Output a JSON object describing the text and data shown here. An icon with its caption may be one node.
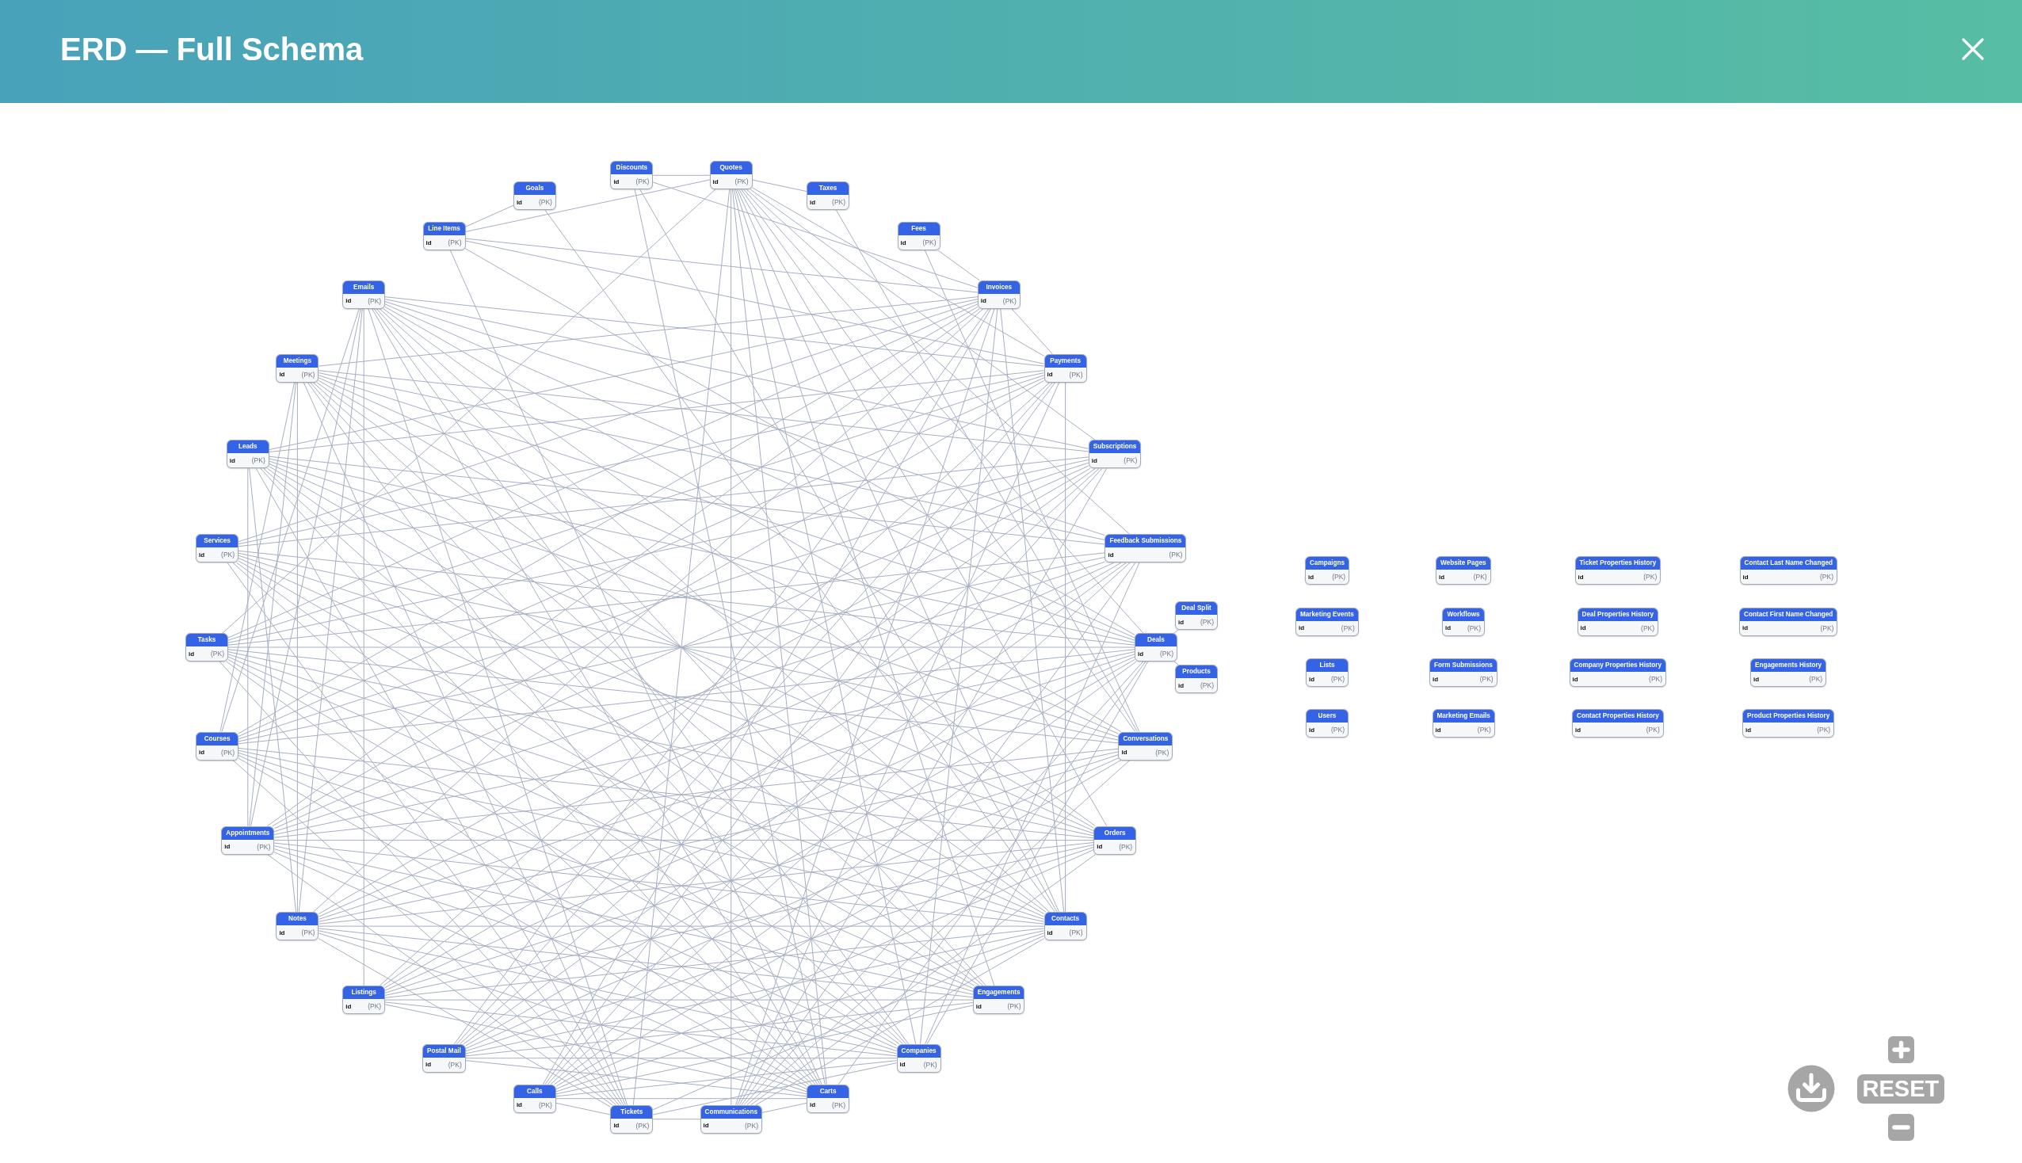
{
  "diagram": {
    "title": "ERD — Full Schema",
    "nodes": [
      {
        "text": [
          "Discounts",
          "id",
          "(PK)"
        ]
      },
      {
        "text": [
          "Quotes",
          "id",
          "(PK)"
        ]
      },
      {
        "text": [
          "Goals",
          "id",
          "(PK)"
        ]
      },
      {
        "text": [
          "Taxes",
          "id",
          "(PK)"
        ]
      },
      {
        "text": [
          "Line Items",
          "id",
          "(PK)"
        ]
      },
      {
        "text": [
          "Fees",
          "id",
          "(PK)"
        ]
      },
      {
        "text": [
          "Emails",
          "id",
          "(PK)"
        ]
      },
      {
        "text": [
          "Invoices",
          "id",
          "(PK)"
        ]
      },
      {
        "text": [
          "Meetings",
          "id",
          "(PK)"
        ]
      },
      {
        "text": [
          "Payments",
          "id",
          "(PK)"
        ]
      },
      {
        "text": [
          "Leads",
          "id",
          "(PK)"
        ]
      },
      {
        "text": [
          "Subscriptions",
          "id",
          "(PK)"
        ]
      },
      {
        "text": [
          "Services",
          "id",
          "(PK)"
        ]
      },
      {
        "text": [
          "Feedback Submissions",
          "id",
          "(PK)"
        ]
      },
      {
        "text": [
          "Deal Split",
          "id",
          "(PK)"
        ]
      },
      {
        "text": [
          "Tasks",
          "id",
          "(PK)"
        ]
      },
      {
        "text": [
          "Deals",
          "id",
          "(PK)"
        ]
      },
      {
        "text": [
          "Products",
          "id",
          "(PK)"
        ]
      },
      {
        "text": [
          "Courses",
          "id",
          "(PK)"
        ]
      },
      {
        "text": [
          "Conversations",
          "id",
          "(PK)"
        ]
      },
      {
        "text": [
          "Appointments",
          "id",
          "(PK)"
        ]
      },
      {
        "text": [
          "Orders",
          "id",
          "(PK)"
        ]
      },
      {
        "text": [
          "Notes",
          "id",
          "(PK)"
        ]
      },
      {
        "text": [
          "Contacts",
          "id",
          "(PK)"
        ]
      },
      {
        "text": [
          "Listings",
          "id",
          "(PK)"
        ]
      },
      {
        "text": [
          "Engagements",
          "id",
          "(PK)"
        ]
      },
      {
        "text": [
          "Postal Mail",
          "id",
          "(PK)"
        ]
      },
      {
        "text": [
          "Companies",
          "id",
          "(PK)"
        ]
      },
      {
        "text": [
          "Calls",
          "id",
          "(PK)"
        ]
      },
      {
        "text": [
          "Carts",
          "id",
          "(PK)"
        ]
      },
      {
        "text": [
          "Tickets",
          "id",
          "(PK)"
        ]
      },
      {
        "text": [
          "Communications",
          "id",
          "(PK)"
        ]
      },
      {
        "text": [
          "Campaigns",
          "id",
          "(PK)"
        ]
      },
      {
        "text": [
          "Website Pages",
          "id",
          "(PK)"
        ]
      },
      {
        "text": [
          "Ticket Properties History",
          "id",
          "(PK)"
        ]
      },
      {
        "text": [
          "Contact Last Name Changed",
          "id",
          "(PK)"
        ]
      },
      {
        "text": [
          "Marketing Events",
          "id",
          "(PK)"
        ]
      },
      {
        "text": [
          "Workflows",
          "id",
          "(PK)"
        ]
      },
      {
        "text": [
          "Deal Properties History",
          "id",
          "(PK)"
        ]
      },
      {
        "text": [
          "Contact First Name Changed",
          "id",
          "(PK)"
        ]
      },
      {
        "text": [
          "Lists",
          "id",
          "(PK)"
        ]
      },
      {
        "text": [
          "Form Submissions",
          "id",
          "(PK)"
        ]
      },
      {
        "text": [
          "Company Properties History",
          "id",
          "(PK)"
        ]
      },
      {
        "text": [
          "Engagements History",
          "id",
          "(PK)"
        ]
      },
      {
        "text": [
          "Users",
          "id",
          "(PK)"
        ]
      },
      {
        "text": [
          "Marketing Emails",
          "id",
          "(PK)"
        ]
      },
      {
        "text": [
          "Contact Properties History",
          "id",
          "(PK)"
        ]
      },
      {
        "text": [
          "Product Properties History",
          "id",
          "(PK)"
        ]
      }
    ],
    "edges": [
      {
        "from": 0,
        "to": 1,
        "arrow": "none"
      },
      {
        "from": 2,
        "to": 4,
        "arrow": "none"
      },
      {
        "from": 4,
        "to": 1,
        "arrow": "none"
      },
      {
        "from": 4,
        "to": 16,
        "arrow": "none"
      },
      {
        "from": 4,
        "to": 7,
        "arrow": "none"
      },
      {
        "from": 4,
        "to": 9,
        "arrow": "none"
      },
      {
        "from": 4,
        "to": 29,
        "arrow": "none"
      },
      {
        "from": 2,
        "to": 23,
        "arrow": "none"
      },
      {
        "from": 0,
        "to": 29,
        "arrow": "none"
      },
      {
        "from": 0,
        "to": 23,
        "arrow": "none"
      },
      {
        "from": 0,
        "to": 7,
        "arrow": "none"
      },
      {
        "from": 1,
        "to": 3,
        "arrow": "none"
      },
      {
        "from": 3,
        "to": 19,
        "arrow": "none"
      },
      {
        "from": 5,
        "to": 7,
        "arrow": "none"
      },
      {
        "from": 5,
        "to": 19,
        "arrow": "none"
      },
      {
        "from": 14,
        "to": 16,
        "arrow": "none"
      },
      {
        "from": 16,
        "to": 17,
        "arrow": "none"
      },
      {
        "from": 1,
        "to": 15,
        "arrow": "none"
      },
      {
        "from": 1,
        "to": 31,
        "arrow": "none"
      },
      {
        "from": 1,
        "to": 16,
        "arrow": "none"
      },
      {
        "from": 1,
        "to": 19,
        "arrow": "none"
      },
      {
        "from": 1,
        "to": 21,
        "arrow": "none"
      },
      {
        "from": 1,
        "to": 23,
        "arrow": "none"
      },
      {
        "from": 1,
        "to": 25,
        "arrow": "none"
      },
      {
        "from": 1,
        "to": 27,
        "arrow": "none"
      },
      {
        "from": 1,
        "to": 29,
        "arrow": "none"
      },
      {
        "from": 1,
        "to": 30,
        "arrow": "none"
      },
      {
        "from": 1,
        "to": 13,
        "arrow": "none"
      },
      {
        "from": 1,
        "to": 11,
        "arrow": "none"
      },
      {
        "from": 1,
        "to": 9,
        "arrow": "none"
      },
      {
        "from": 7,
        "to": 9,
        "arrow": "none"
      },
      {
        "from": 9,
        "to": 23,
        "arrow": "none"
      },
      {
        "from": 16,
        "to": 27,
        "arrow": "none"
      },
      {
        "from": 7,
        "to": 23,
        "arrow": "none"
      },
      {
        "from": 7,
        "to": 27,
        "arrow": "none"
      },
      {
        "from": 30,
        "to": 23,
        "arrow": "none"
      },
      {
        "from": 30,
        "to": 27,
        "arrow": "none"
      },
      {
        "from": 29,
        "to": 16,
        "arrow": "none"
      },
      {
        "from": 13,
        "to": 27,
        "arrow": "none"
      },
      {
        "from": 6,
        "to": 24,
        "arrow": "none"
      },
      {
        "from": 10,
        "to": 20,
        "arrow": "none"
      },
      {
        "from": 8,
        "to": 22,
        "arrow": "none"
      },
      {
        "from": 6,
        "to": 18,
        "arrow": "none"
      },
      {
        "from": 8,
        "to": 18,
        "arrow": "none"
      },
      {
        "from": 10,
        "to": 22,
        "arrow": "none"
      },
      {
        "from": 6,
        "to": 20,
        "arrow": "none"
      },
      {
        "from": 6,
        "to": 22,
        "arrow": "none"
      },
      {
        "from": 8,
        "to": 20,
        "arrow": "none"
      },
      {
        "from": 6,
        "to": 9,
        "arrow": "none"
      },
      {
        "from": 6,
        "to": 11,
        "arrow": "none"
      },
      {
        "from": 6,
        "to": 13,
        "arrow": "none"
      },
      {
        "from": 6,
        "to": 16,
        "arrow": "none"
      },
      {
        "from": 6,
        "to": 19,
        "arrow": "none"
      },
      {
        "from": 6,
        "to": 21,
        "arrow": "none"
      },
      {
        "from": 6,
        "to": 23,
        "arrow": "none"
      },
      {
        "from": 6,
        "to": 25,
        "arrow": "none"
      },
      {
        "from": 6,
        "to": 27,
        "arrow": "none"
      },
      {
        "from": 6,
        "to": 29,
        "arrow": "none"
      },
      {
        "from": 6,
        "to": 30,
        "arrow": "none"
      },
      {
        "from": 8,
        "to": 7,
        "arrow": "none"
      },
      {
        "from": 8,
        "to": 11,
        "arrow": "none"
      },
      {
        "from": 8,
        "to": 13,
        "arrow": "none"
      },
      {
        "from": 8,
        "to": 16,
        "arrow": "none"
      },
      {
        "from": 8,
        "to": 19,
        "arrow": "none"
      },
      {
        "from": 8,
        "to": 21,
        "arrow": "none"
      },
      {
        "from": 8,
        "to": 23,
        "arrow": "none"
      },
      {
        "from": 8,
        "to": 25,
        "arrow": "none"
      },
      {
        "from": 8,
        "to": 27,
        "arrow": "none"
      },
      {
        "from": 8,
        "to": 29,
        "arrow": "none"
      },
      {
        "from": 8,
        "to": 30,
        "arrow": "none"
      },
      {
        "from": 10,
        "to": 7,
        "arrow": "none"
      },
      {
        "from": 10,
        "to": 9,
        "arrow": "none"
      },
      {
        "from": 10,
        "to": 13,
        "arrow": "none"
      },
      {
        "from": 10,
        "to": 16,
        "arrow": "none"
      },
      {
        "from": 10,
        "to": 19,
        "arrow": "none"
      },
      {
        "from": 10,
        "to": 21,
        "arrow": "none"
      },
      {
        "from": 10,
        "to": 23,
        "arrow": "none"
      },
      {
        "from": 10,
        "to": 25,
        "arrow": "none"
      },
      {
        "from": 10,
        "to": 27,
        "arrow": "none"
      },
      {
        "from": 10,
        "to": 29,
        "arrow": "none"
      },
      {
        "from": 10,
        "to": 30,
        "arrow": "none"
      },
      {
        "from": 12,
        "to": 7,
        "arrow": "none"
      },
      {
        "from": 12,
        "to": 9,
        "arrow": "none"
      },
      {
        "from": 12,
        "to": 11,
        "arrow": "none"
      },
      {
        "from": 12,
        "to": 16,
        "arrow": "none"
      },
      {
        "from": 12,
        "to": 19,
        "arrow": "none"
      },
      {
        "from": 12,
        "to": 21,
        "arrow": "none"
      },
      {
        "from": 12,
        "to": 23,
        "arrow": "none"
      },
      {
        "from": 12,
        "to": 25,
        "arrow": "none"
      },
      {
        "from": 12,
        "to": 27,
        "arrow": "none"
      },
      {
        "from": 12,
        "to": 29,
        "arrow": "none"
      },
      {
        "from": 12,
        "to": 30,
        "arrow": "none"
      },
      {
        "from": 15,
        "to": 7,
        "arrow": "none"
      },
      {
        "from": 15,
        "to": 9,
        "arrow": "none"
      },
      {
        "from": 15,
        "to": 11,
        "arrow": "none"
      },
      {
        "from": 15,
        "to": 13,
        "arrow": "none"
      },
      {
        "from": 15,
        "to": 16,
        "arrow": "none"
      },
      {
        "from": 15,
        "to": 19,
        "arrow": "none"
      },
      {
        "from": 15,
        "to": 21,
        "arrow": "none"
      },
      {
        "from": 15,
        "to": 23,
        "arrow": "none"
      },
      {
        "from": 15,
        "to": 25,
        "arrow": "none"
      },
      {
        "from": 15,
        "to": 27,
        "arrow": "none"
      },
      {
        "from": 15,
        "to": 29,
        "arrow": "none"
      },
      {
        "from": 15,
        "to": 30,
        "arrow": "none"
      },
      {
        "from": 18,
        "to": 7,
        "arrow": "none"
      },
      {
        "from": 18,
        "to": 9,
        "arrow": "none"
      },
      {
        "from": 18,
        "to": 11,
        "arrow": "none"
      },
      {
        "from": 18,
        "to": 13,
        "arrow": "none"
      },
      {
        "from": 18,
        "to": 16,
        "arrow": "none"
      },
      {
        "from": 18,
        "to": 21,
        "arrow": "none"
      },
      {
        "from": 18,
        "to": 23,
        "arrow": "none"
      },
      {
        "from": 18,
        "to": 25,
        "arrow": "none"
      },
      {
        "from": 18,
        "to": 27,
        "arrow": "none"
      },
      {
        "from": 18,
        "to": 29,
        "arrow": "none"
      },
      {
        "from": 18,
        "to": 30,
        "arrow": "none"
      },
      {
        "from": 20,
        "to": 7,
        "arrow": "none"
      },
      {
        "from": 20,
        "to": 9,
        "arrow": "none"
      },
      {
        "from": 20,
        "to": 11,
        "arrow": "none"
      },
      {
        "from": 20,
        "to": 13,
        "arrow": "none"
      },
      {
        "from": 20,
        "to": 16,
        "arrow": "none"
      },
      {
        "from": 20,
        "to": 19,
        "arrow": "none"
      },
      {
        "from": 20,
        "to": 21,
        "arrow": "none"
      },
      {
        "from": 20,
        "to": 23,
        "arrow": "none"
      },
      {
        "from": 20,
        "to": 25,
        "arrow": "none"
      },
      {
        "from": 20,
        "to": 27,
        "arrow": "none"
      },
      {
        "from": 20,
        "to": 29,
        "arrow": "none"
      },
      {
        "from": 20,
        "to": 30,
        "arrow": "none"
      },
      {
        "from": 22,
        "to": 7,
        "arrow": "none"
      },
      {
        "from": 22,
        "to": 11,
        "arrow": "none"
      },
      {
        "from": 22,
        "to": 13,
        "arrow": "none"
      },
      {
        "from": 22,
        "to": 16,
        "arrow": "none"
      },
      {
        "from": 22,
        "to": 19,
        "arrow": "none"
      },
      {
        "from": 22,
        "to": 21,
        "arrow": "none"
      },
      {
        "from": 22,
        "to": 23,
        "arrow": "none"
      },
      {
        "from": 22,
        "to": 25,
        "arrow": "none"
      },
      {
        "from": 22,
        "to": 27,
        "arrow": "none"
      },
      {
        "from": 22,
        "to": 29,
        "arrow": "none"
      },
      {
        "from": 22,
        "to": 30,
        "arrow": "none"
      },
      {
        "from": 24,
        "to": 9,
        "arrow": "none"
      },
      {
        "from": 24,
        "to": 11,
        "arrow": "none"
      },
      {
        "from": 24,
        "to": 13,
        "arrow": "none"
      },
      {
        "from": 24,
        "to": 16,
        "arrow": "none"
      },
      {
        "from": 24,
        "to": 19,
        "arrow": "none"
      },
      {
        "from": 24,
        "to": 21,
        "arrow": "none"
      },
      {
        "from": 24,
        "to": 23,
        "arrow": "none"
      },
      {
        "from": 24,
        "to": 25,
        "arrow": "none"
      },
      {
        "from": 24,
        "to": 27,
        "arrow": "none"
      },
      {
        "from": 24,
        "to": 29,
        "arrow": "none"
      },
      {
        "from": 26,
        "to": 7,
        "arrow": "none"
      },
      {
        "from": 26,
        "to": 9,
        "arrow": "none"
      },
      {
        "from": 26,
        "to": 11,
        "arrow": "none"
      },
      {
        "from": 26,
        "to": 13,
        "arrow": "none"
      },
      {
        "from": 26,
        "to": 16,
        "arrow": "none"
      },
      {
        "from": 26,
        "to": 19,
        "arrow": "none"
      },
      {
        "from": 26,
        "to": 21,
        "arrow": "none"
      },
      {
        "from": 26,
        "to": 23,
        "arrow": "none"
      },
      {
        "from": 26,
        "to": 25,
        "arrow": "none"
      },
      {
        "from": 26,
        "to": 27,
        "arrow": "none"
      },
      {
        "from": 26,
        "to": 29,
        "arrow": "none"
      },
      {
        "from": 28,
        "to": 7,
        "arrow": "none"
      },
      {
        "from": 28,
        "to": 9,
        "arrow": "none"
      },
      {
        "from": 28,
        "to": 11,
        "arrow": "none"
      },
      {
        "from": 28,
        "to": 13,
        "arrow": "none"
      },
      {
        "from": 28,
        "to": 16,
        "arrow": "none"
      },
      {
        "from": 28,
        "to": 19,
        "arrow": "none"
      },
      {
        "from": 28,
        "to": 21,
        "arrow": "none"
      },
      {
        "from": 28,
        "to": 23,
        "arrow": "none"
      },
      {
        "from": 28,
        "to": 25,
        "arrow": "none"
      },
      {
        "from": 28,
        "to": 27,
        "arrow": "none"
      },
      {
        "from": 28,
        "to": 29,
        "arrow": "none"
      },
      {
        "from": 28,
        "to": 30,
        "arrow": "none"
      },
      {
        "from": 31,
        "to": 7,
        "arrow": "none"
      },
      {
        "from": 31,
        "to": 9,
        "arrow": "none"
      },
      {
        "from": 31,
        "to": 11,
        "arrow": "none"
      },
      {
        "from": 31,
        "to": 13,
        "arrow": "none"
      },
      {
        "from": 31,
        "to": 16,
        "arrow": "none"
      },
      {
        "from": 31,
        "to": 19,
        "arrow": "none"
      },
      {
        "from": 31,
        "to": 21,
        "arrow": "none"
      },
      {
        "from": 31,
        "to": 23,
        "arrow": "none"
      },
      {
        "from": 31,
        "to": 29,
        "arrow": "none"
      },
      {
        "from": 31,
        "to": 30,
        "arrow": "none"
      }
    ],
    "labels": [
      "RESET"
    ]
  }
}
